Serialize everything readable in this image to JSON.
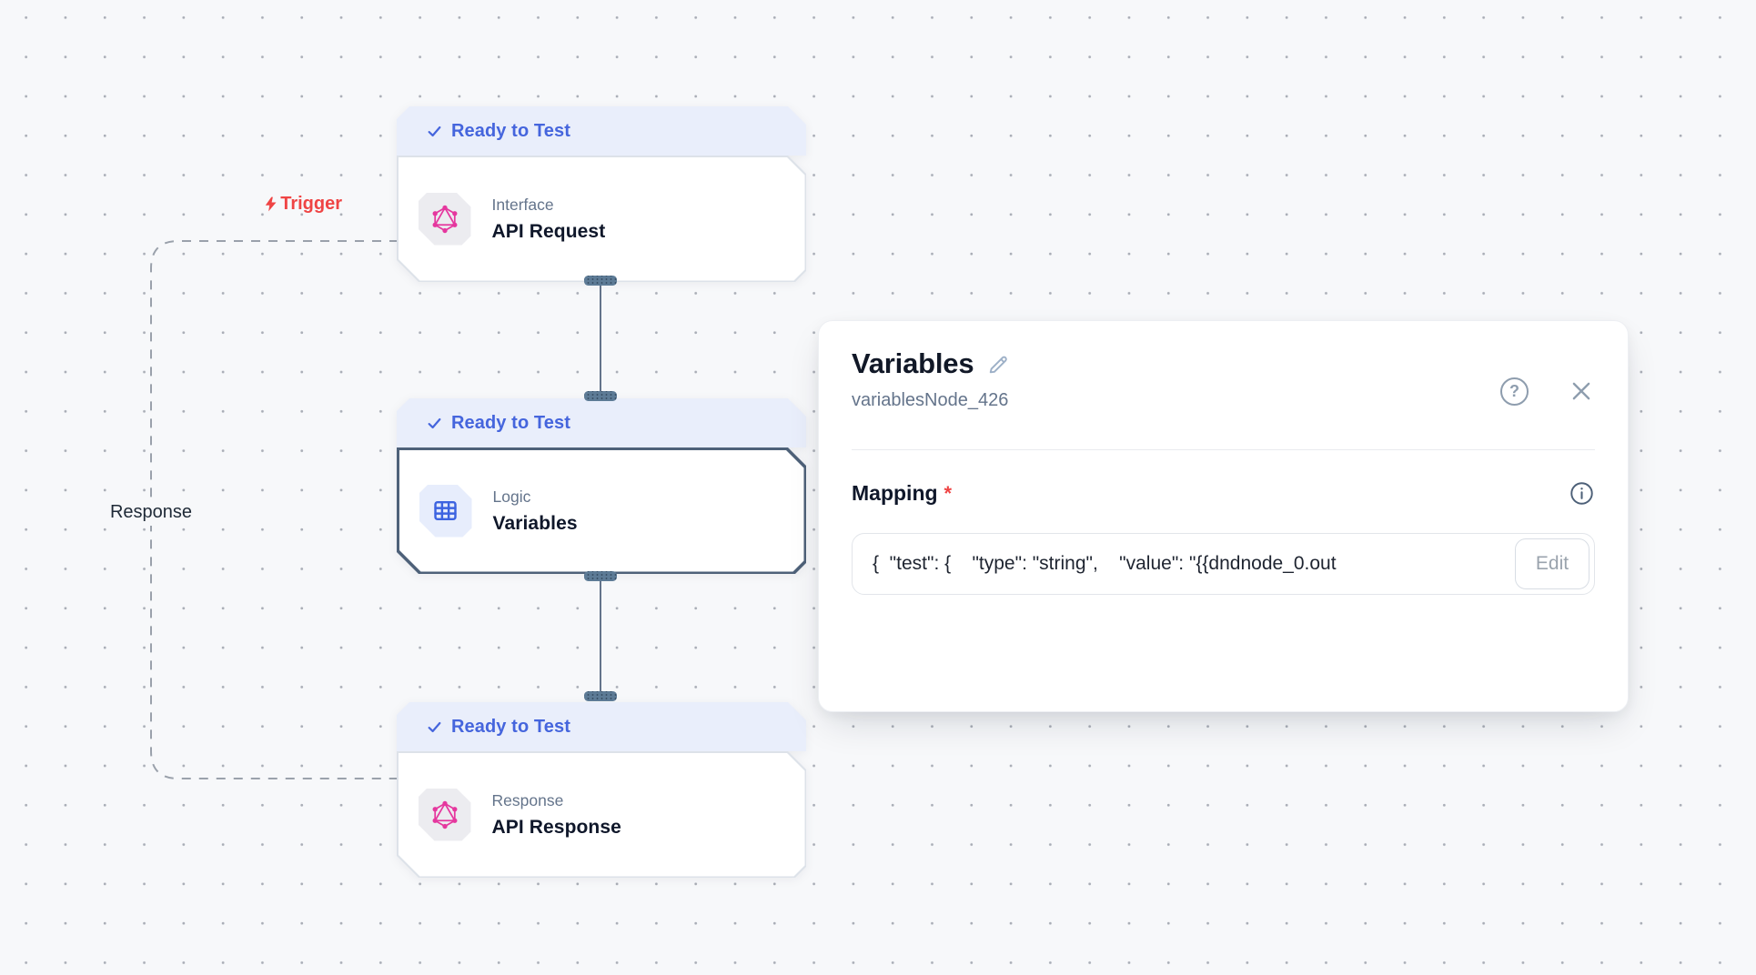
{
  "canvas": {
    "trigger_label": "Trigger",
    "response_label": "Response"
  },
  "nodes": [
    {
      "status": "Ready to Test",
      "category": "Interface",
      "title": "API Request",
      "icon": "graphql-icon",
      "selected": false
    },
    {
      "status": "Ready to Test",
      "category": "Logic",
      "title": "Variables",
      "icon": "table-icon",
      "selected": true
    },
    {
      "status": "Ready to Test",
      "category": "Response",
      "title": "API Response",
      "icon": "graphql-icon",
      "selected": false
    }
  ],
  "panel": {
    "title": "Variables",
    "node_id": "variablesNode_426",
    "help_label": "?",
    "mapping": {
      "label": "Mapping",
      "required_marker": "*",
      "value": "{  \"test\": {    \"type\": \"string\",    \"value\": \"{{dndnode_0.out",
      "edit_label": "Edit"
    }
  },
  "colors": {
    "badge_blue": "#4565dd",
    "trigger_red": "#ef4444",
    "graphql_pink": "#e5379e",
    "logic_blue": "#3c63e0",
    "selected_border": "#4e6179",
    "canvas_bg": "#f7f8fa"
  }
}
